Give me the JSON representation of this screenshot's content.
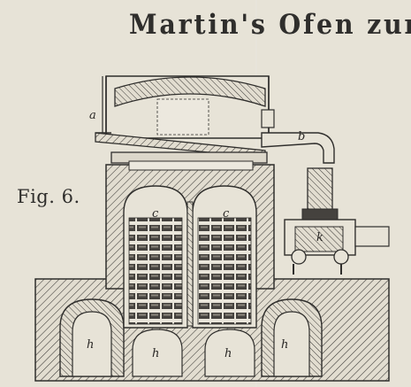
{
  "header": {
    "title": "Martin's Ofen zur"
  },
  "figure": {
    "label": "Fig. 6.",
    "letters": {
      "a": "a",
      "b": "b",
      "c": "c",
      "k": "k",
      "h": "h"
    }
  },
  "colors": {
    "paper": "#e7e3d7",
    "ink": "#2f2e2c",
    "brick_fill": "#d7d2c6",
    "hatch": "#3a3835"
  }
}
